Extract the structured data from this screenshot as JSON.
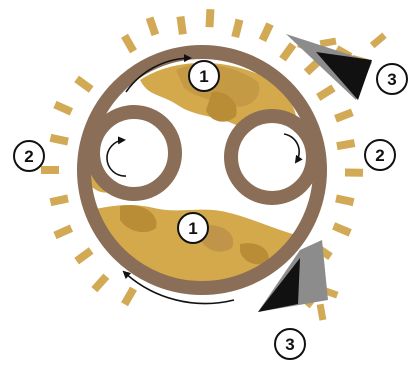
{
  "diagram": {
    "callouts": [
      {
        "id": "top",
        "label": "1"
      },
      {
        "id": "bottom",
        "label": "1"
      },
      {
        "id": "left",
        "label": "2"
      },
      {
        "id": "right",
        "label": "2"
      },
      {
        "id": "top-right",
        "label": "3"
      },
      {
        "id": "bottom-right",
        "label": "3"
      }
    ],
    "colors": {
      "drum_ring": "#8a6e57",
      "material": "#d4a94c",
      "material_dark": "#b98c36",
      "material_shadow": "#c09549",
      "particles": "#d2aa55",
      "knife_dark": "#111111",
      "knife_grey": "#8c8c8c",
      "arrow": "#111111"
    }
  }
}
